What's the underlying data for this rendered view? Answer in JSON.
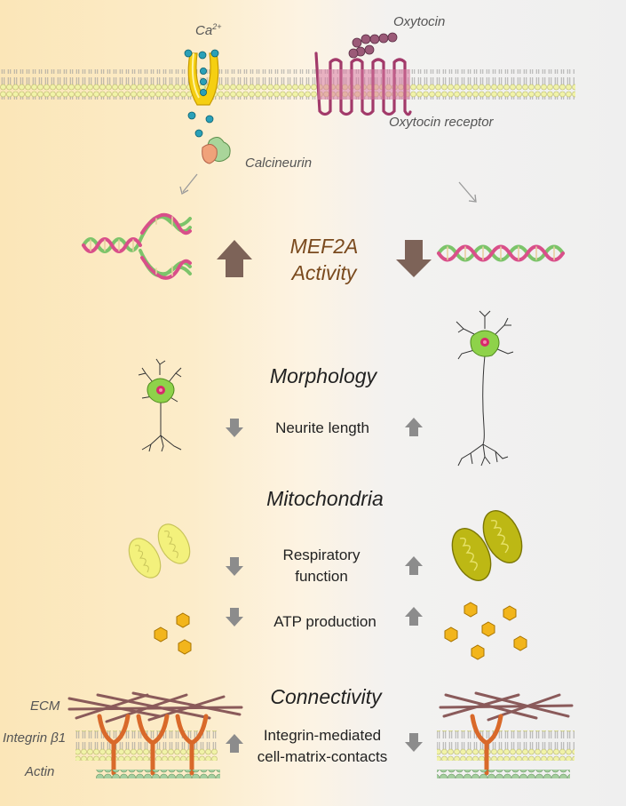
{
  "top": {
    "ca_label": "Ca",
    "ca_superscript": "2+",
    "oxytocin": "Oxytocin",
    "oxytocin_receptor": "Oxytocin receptor",
    "calcineurin": "Calcineurin"
  },
  "mef2a": {
    "line1": "MEF2A",
    "line2": "Activity"
  },
  "morphology": {
    "title": "Morphology",
    "item": "Neurite length"
  },
  "mitochondria": {
    "title": "Mitochondria",
    "item1_line1": "Respiratory",
    "item1_line2": "function",
    "item2": "ATP production"
  },
  "connectivity": {
    "title": "Connectivity",
    "item_line1": "Integrin-mediated",
    "item_line2": "cell-matrix-contacts",
    "ecm": "ECM",
    "integrin": "Integrin β1",
    "actin": "Actin"
  },
  "colors": {
    "membrane": "#e6e88a",
    "arrow_brown": "#7d6358",
    "arrow_gray": "#8c8c8c",
    "mito_light": "#f2f07a",
    "mito_dark": "#b8b40a",
    "atp": "#f2b51c",
    "integrin": "#d9692a",
    "ecm": "#8a5a5a",
    "actin": "#9dc49a"
  }
}
